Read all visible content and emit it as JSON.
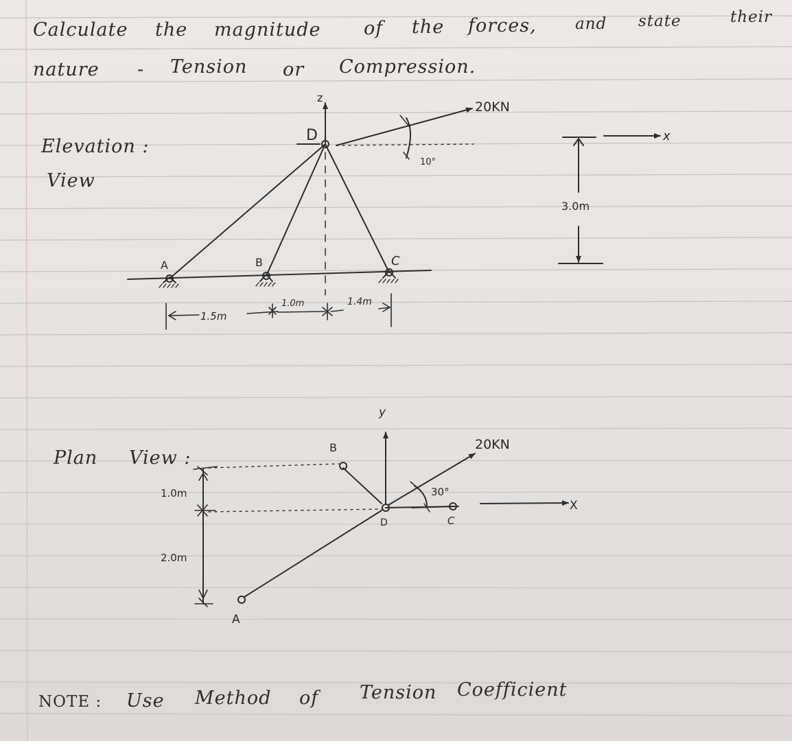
{
  "header": {
    "line1": [
      "Calculate",
      "the",
      "magnitude",
      "of",
      "the",
      "forces,",
      "and",
      "state",
      "their"
    ],
    "line2": [
      "nature",
      "-",
      "Tension",
      "or",
      "Compression."
    ]
  },
  "elevation": {
    "title": "Elevation :",
    "subtitle": "View",
    "axis_z": "z",
    "axis_x": "x",
    "node_D": "D",
    "node_A": "A",
    "node_B": "B",
    "node_C": "C",
    "force": "20KN",
    "angle": "10°",
    "height": "3.0m",
    "dim_1": "1.5m",
    "dim_2": "1.0m",
    "dim_3": "1.4m"
  },
  "plan": {
    "title": "Plan",
    "subtitle": "View :",
    "axis_y": "y",
    "axis_x": "X",
    "node_B": "B",
    "node_D": "D",
    "node_C": "C",
    "node_A": "A",
    "force": "20KN",
    "angle": "30°",
    "dim_1": "1.0m",
    "dim_2": "2.0m"
  },
  "note": {
    "label": "NOTE :",
    "text": [
      "Use",
      "Method",
      "of",
      "Tension",
      "Coefficient"
    ]
  },
  "colors": {
    "ink": "#2e2e2e",
    "label_ink": "#35357a",
    "ruling": "#c7c4c2",
    "margin": "#e3b9b9"
  }
}
